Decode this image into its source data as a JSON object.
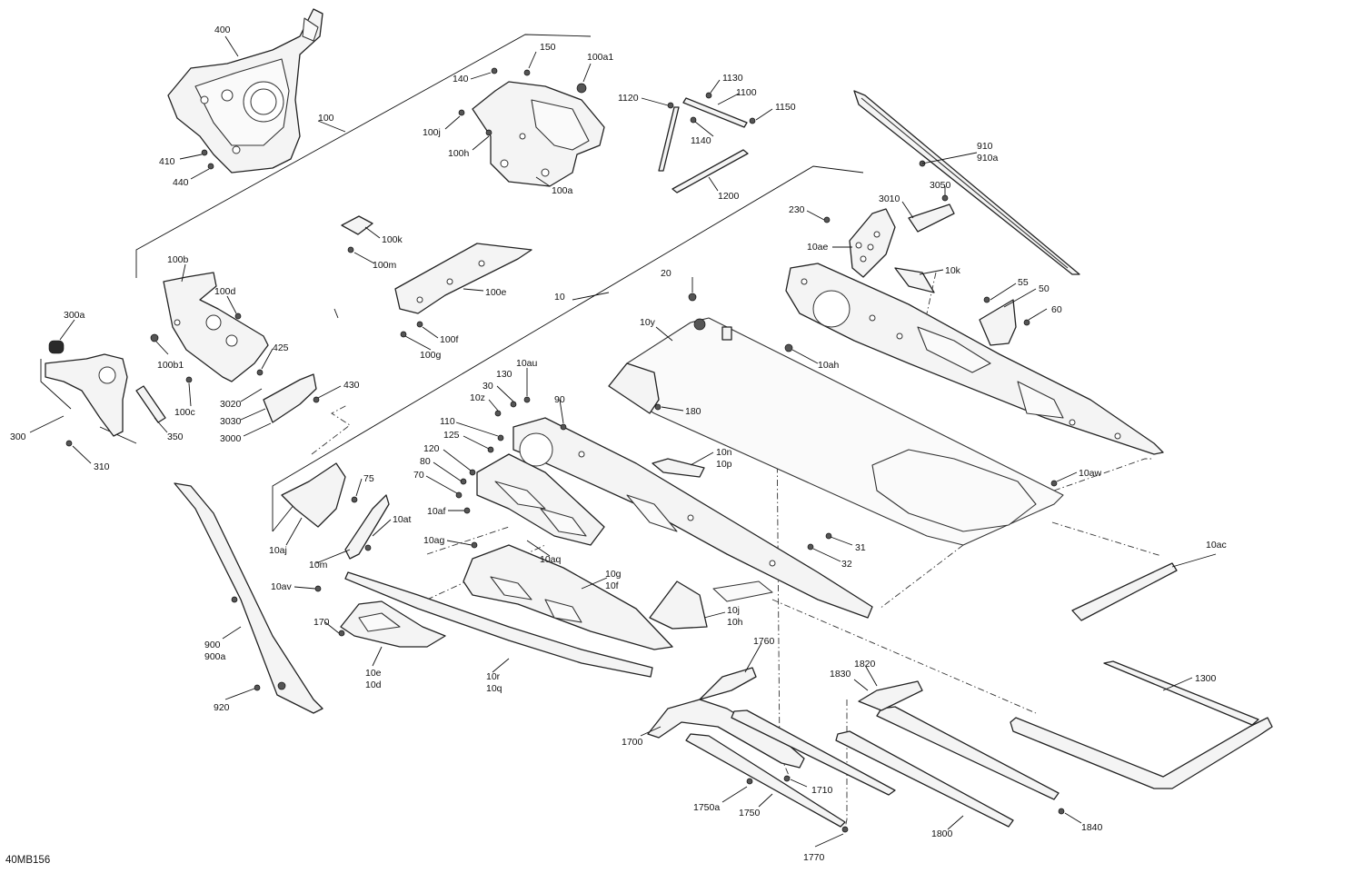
{
  "drawing_code": "40MB156",
  "callouts": {
    "c400": "400",
    "c100": "100",
    "c410": "410",
    "c440": "440",
    "c150": "150",
    "c140": "140",
    "c100a1": "100a1",
    "c100j": "100j",
    "c100h": "100h",
    "c100a": "100a",
    "c1120": "1120",
    "c1130": "1130",
    "c1100": "1100",
    "c1150": "1150",
    "c1140": "1140",
    "c1200": "1200",
    "c910": "910",
    "c910a": "910a",
    "c3050": "3050",
    "c3010": "3010",
    "c230": "230",
    "c10ae": "10ae",
    "c10k": "10k",
    "c55": "55",
    "c50": "50",
    "c60": "60",
    "c100k": "100k",
    "c100m": "100m",
    "c100e": "100e",
    "c100f": "100f",
    "c100g": "100g",
    "c10": "10",
    "c20": "20",
    "c10y": "10y",
    "c10ah": "10ah",
    "c180": "180",
    "c100b": "100b",
    "c100d": "100d",
    "c100b1": "100b1",
    "c100c": "100c",
    "c300a": "300a",
    "c300": "300",
    "c350": "350",
    "c310": "310",
    "c425": "425",
    "c430": "430",
    "c3020": "3020",
    "c3030": "3030",
    "c3000": "3000",
    "c130": "130",
    "c10au": "10au",
    "c30": "30",
    "c10z": "10z",
    "c90": "90",
    "c110": "110",
    "c125": "125",
    "c120": "120",
    "c80": "80",
    "c70": "70",
    "c10af": "10af",
    "c10n": "10n",
    "c10p": "10p",
    "c10aw": "10aw",
    "c75": "75",
    "c10at": "10at",
    "c10aj": "10aj",
    "c10m": "10m",
    "c10ag": "10ag",
    "c10aq": "10aq",
    "c31": "31",
    "c32": "32",
    "c10ac": "10ac",
    "c10av": "10av",
    "c10g": "10g",
    "c10f": "10f",
    "c10j": "10j",
    "c10h": "10h",
    "c900": "900",
    "c900a": "900a",
    "c920": "920",
    "c170": "170",
    "c10e": "10e",
    "c10d": "10d",
    "c10r": "10r",
    "c10q": "10q",
    "c1760": "1760",
    "c1820": "1820",
    "c1830": "1830",
    "c1300": "1300",
    "c1700": "1700",
    "c1710": "1710",
    "c1750a": "1750a",
    "c1750": "1750",
    "c1800": "1800",
    "c1840": "1840",
    "c1770": "1770"
  }
}
